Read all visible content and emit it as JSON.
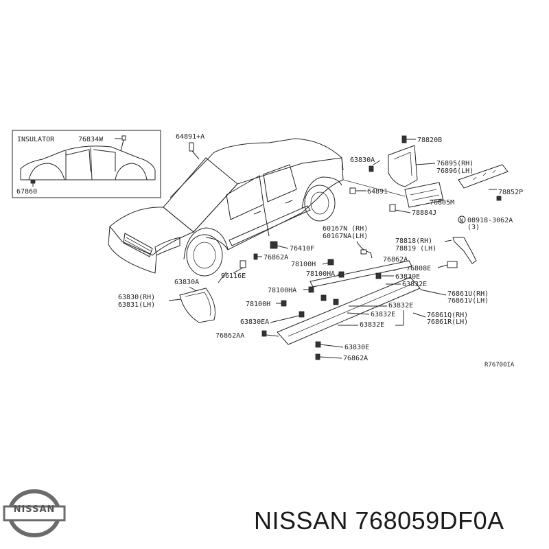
{
  "inset": {
    "title": "INSULATOR",
    "part": "76834W",
    "bottom_part": "67860"
  },
  "callouts": {
    "c64891a": "64891+A",
    "c78820b": "78820B",
    "c63830a_top": "63830A",
    "c76895": "76895(RH)",
    "c76896": "76896(LH)",
    "c64891": "64891",
    "c78852p": "78852P",
    "c76805m": "76805M",
    "c78884j": "78884J",
    "c08918": "08918-3062A",
    "c08918_qty": "(3)",
    "c08918_prefix": "N",
    "c60167n": "60167N (RH)",
    "c60167na": "60167NA(LH)",
    "c76410f": "76410F",
    "c76862a_1": "76862A",
    "c78818": "78818(RH)",
    "c78819": "78819 (LH)",
    "c76862a_2": "76862A",
    "c78100h_1": "78100H",
    "c76808e": "76808E",
    "c96116e": "96116E",
    "c78100ha_1": "78100HA",
    "c63830e_1": "63830E",
    "c63830a_mid": "63830A",
    "c63832e_1": "63832E",
    "c78100ha_2": "78100HA",
    "c76861u": "76861U(RH)",
    "c63830_rh": "63830(RH)",
    "c63831_lh": "63831(LH)",
    "c76861v": "76861V(LH)",
    "c78100h_2": "78100H",
    "c63832e_2": "63832E",
    "c76861q": "76861Q(RH)",
    "c63832e_3": "63832E",
    "c63830ea": "63830EA",
    "c76861r": "76861R(LH)",
    "c63832e_4": "63832E",
    "c76862aa": "76862AA",
    "c63830e_2": "63830E",
    "c76862a_3": "76862A",
    "ref": "R76700IA"
  },
  "logo": {
    "text": "NISSAN"
  },
  "product": {
    "title": "NISSAN 768059DF0A"
  },
  "colors": {
    "ink": "#222222",
    "background": "#ffffff"
  }
}
